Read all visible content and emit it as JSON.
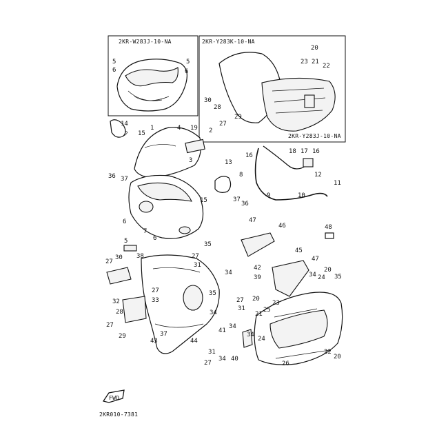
{
  "insets": {
    "left_code": "2KR-W283J-10-NA",
    "right_code": "2KR-Y283K-10-NA",
    "right_sub_code": "2KR-Y283J-10-NA"
  },
  "fwd_label": "FWD",
  "drawing_code": "2KR010-7381",
  "labels": {
    "l1": "1",
    "l2": "2",
    "l3": "3",
    "l4": "4",
    "l5a": "5",
    "l5b": "5",
    "l5c": "5",
    "l6a": "6",
    "l6b": "6",
    "l6c": "6",
    "l6d": "6",
    "l7": "7",
    "l8": "8",
    "l9": "9",
    "l10": "10",
    "l11": "11",
    "l12": "12",
    "l13": "13",
    "l14": "14",
    "l15a": "15",
    "l15b": "15",
    "l16a": "16",
    "l16b": "16",
    "l17": "17",
    "l18": "18",
    "l19": "19",
    "l20a": "20",
    "l20b": "20",
    "l20c": "20",
    "l20d": "20",
    "l21a": "21",
    "l21b": "21",
    "l22a": "22",
    "l22b": "22",
    "l23a": "23",
    "l23b": "23",
    "l24a": "24",
    "l24b": "24",
    "l25": "25",
    "l26": "26",
    "l27a": "27",
    "l27b": "27",
    "l27c": "27",
    "l27d": "27",
    "l27e": "27",
    "l27f": "27",
    "l27g": "27",
    "l28a": "28",
    "l28b": "28",
    "l29a": "29",
    "l29b": "29",
    "l30a": "30",
    "l30b": "30",
    "l31a": "31",
    "l31b": "31",
    "l31c": "31",
    "l32": "32",
    "l33": "33",
    "l34a": "34",
    "l34b": "34",
    "l34c": "34",
    "l34d": "34",
    "l34e": "34",
    "l35a": "35",
    "l35b": "35",
    "l35c": "35",
    "l36a": "36",
    "l36b": "36",
    "l37a": "37",
    "l37b": "37",
    "l37c": "37",
    "l38": "38",
    "l39": "39",
    "l40": "40",
    "l41": "41",
    "l42": "42",
    "l43": "43",
    "l44": "44",
    "l45": "45",
    "l46": "46",
    "l47a": "47",
    "l47b": "47",
    "l48": "48"
  }
}
